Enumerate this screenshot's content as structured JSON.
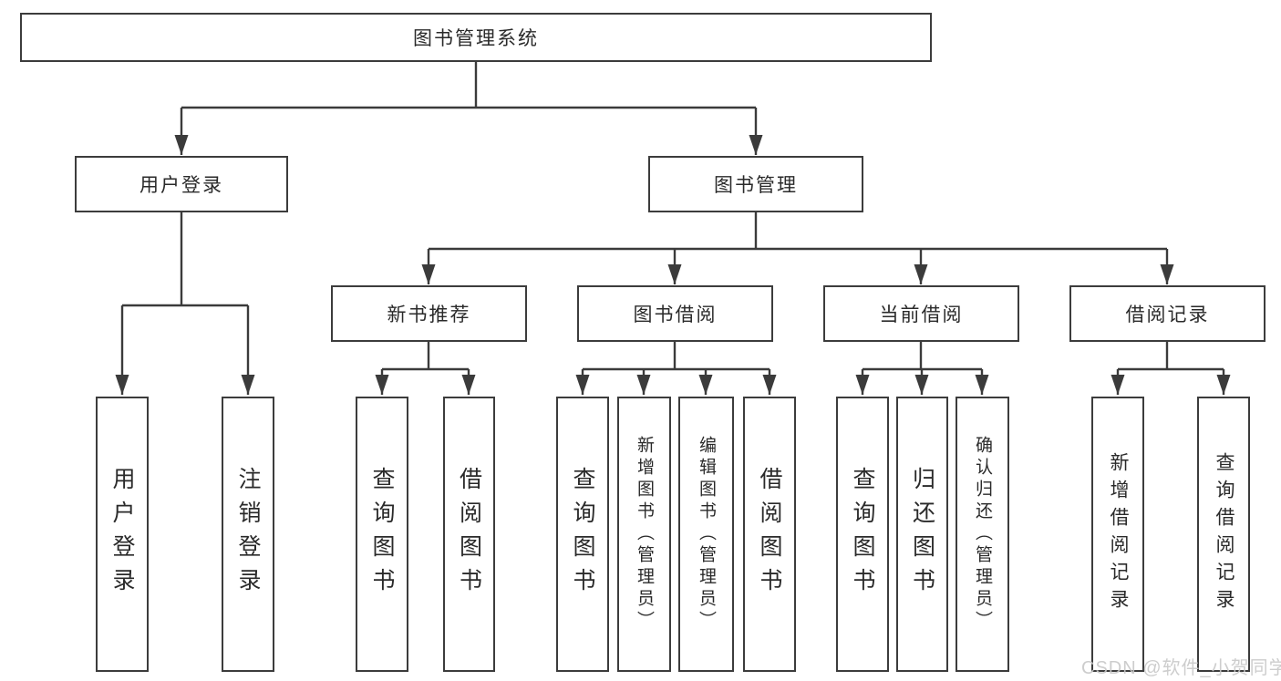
{
  "diagram": {
    "title": "图书管理系统",
    "line_color": "#3b3b3b",
    "box_border_color": "#3c3c3c",
    "background_color": "#ffffff",
    "tree": {
      "label": "图书管理系统",
      "children": [
        {
          "label": "用户登录",
          "children": [
            {
              "label": "用户登录"
            },
            {
              "label": "注销登录"
            }
          ]
        },
        {
          "label": "图书管理",
          "children": [
            {
              "label": "新书推荐",
              "children": [
                {
                  "label": "查询图书"
                },
                {
                  "label": "借阅图书"
                }
              ]
            },
            {
              "label": "图书借阅",
              "children": [
                {
                  "label": "查询图书"
                },
                {
                  "label": "新增图书（管理员）"
                },
                {
                  "label": "编辑图书（管理员）"
                },
                {
                  "label": "借阅图书"
                }
              ]
            },
            {
              "label": "当前借阅",
              "children": [
                {
                  "label": "查询图书"
                },
                {
                  "label": "归还图书"
                },
                {
                  "label": "确认归还（管理员）"
                }
              ]
            },
            {
              "label": "借阅记录",
              "children": [
                {
                  "label": "新增借阅记录"
                },
                {
                  "label": "查询借阅记录"
                }
              ]
            }
          ]
        }
      ]
    }
  },
  "watermark": {
    "text": "CSDN @软件_小贺同学",
    "color": "#c8c8c8"
  }
}
